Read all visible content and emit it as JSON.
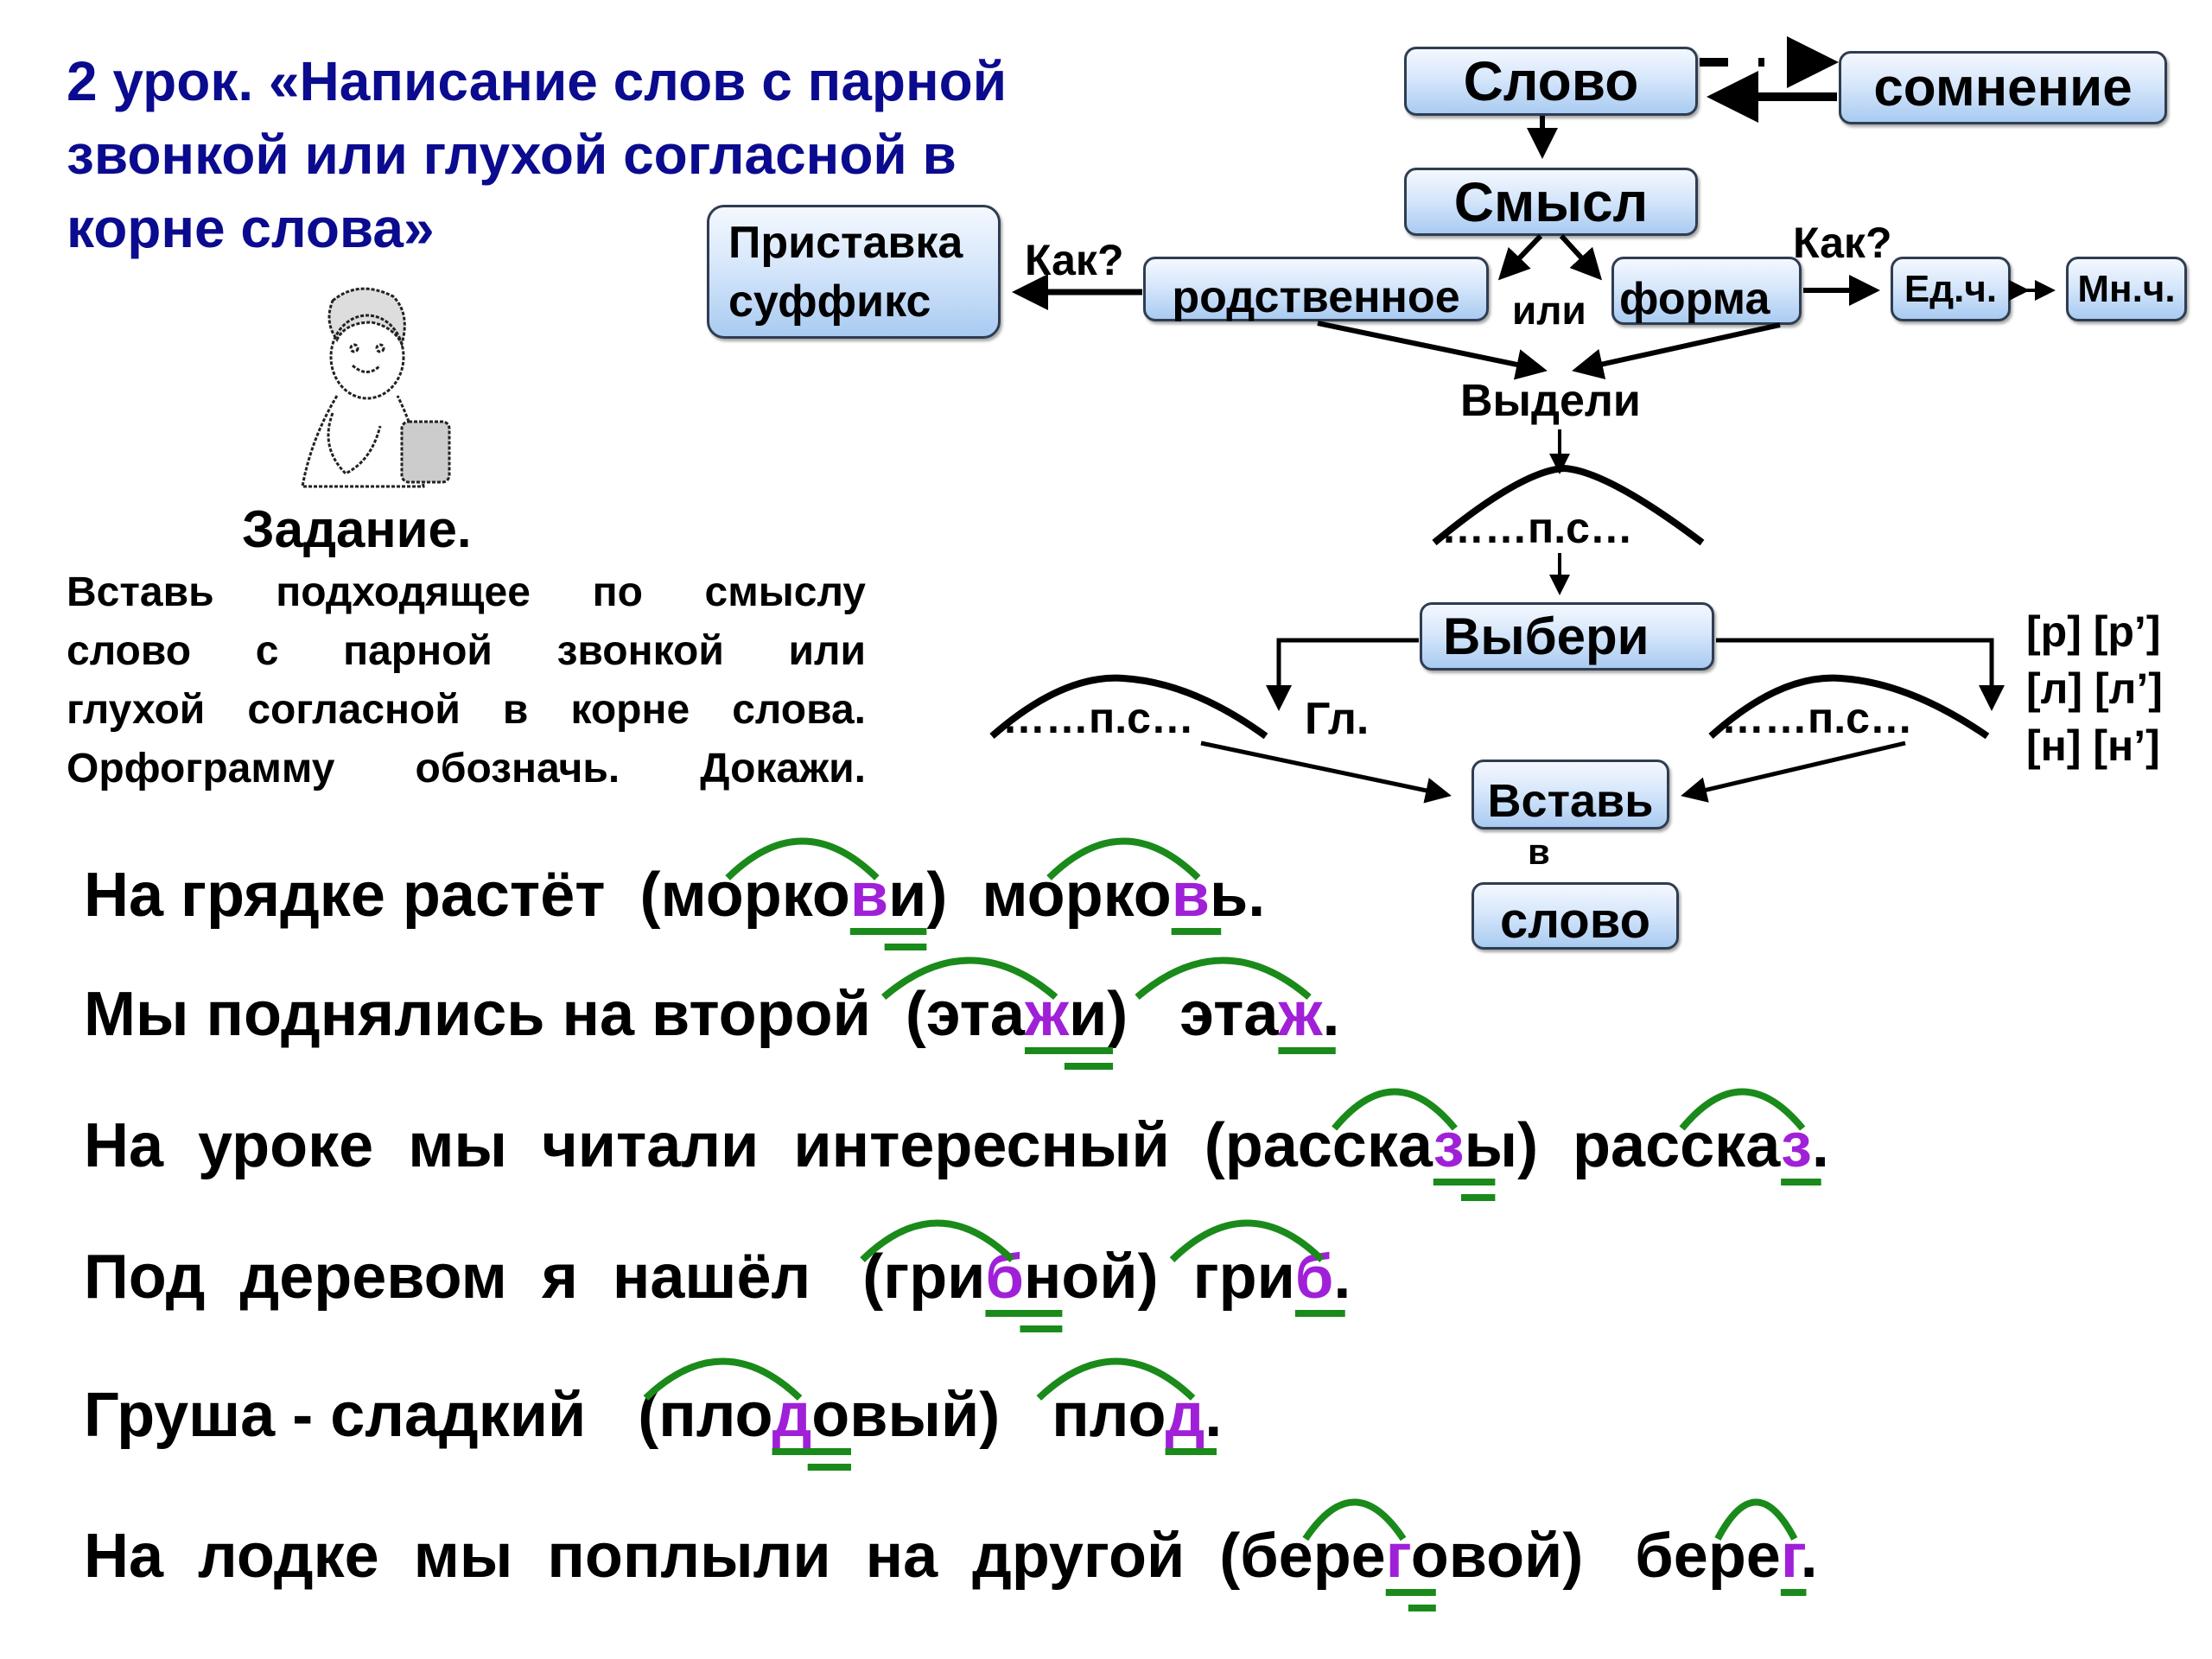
{
  "title": {
    "lines": [
      "2 урок. «Написание слов с парной",
      "звонкой  или  глухой  согласной в",
      "корне слова»"
    ],
    "color": "#0b0b8f"
  },
  "task": {
    "heading": "Задание.",
    "lines": [
      "Вставь  подходящее  по смыслу",
      "слово  с  парной  звонкой  или",
      "глухой согласной в корне слова.",
      "Орфограмму  обозначь. Докажи."
    ]
  },
  "diagram": {
    "boxes": {
      "slovo": "Слово",
      "somnenie": "сомнение",
      "smysl": "Смысл",
      "pristavka": [
        "Приставка",
        "суффикс"
      ],
      "rodstvennoe": "родственное",
      "forma": "форма",
      "ed": "Ед.ч.",
      "mn": "Мн.ч.",
      "vyberi": "Выбери",
      "vstav": "Вставь",
      "slovo2": "слово"
    },
    "labels": {
      "kak_left": "Как?",
      "kak_right": "Как?",
      "ili": "или",
      "vydeli": "Выдели",
      "ps_center": "……п.с…",
      "ps_left": "……п.с…",
      "ps_right": "……п.с…",
      "gl": "Гл.",
      "v": "в",
      "sounds": [
        "[р] [р’]",
        "[л] [л’]",
        "[н] [н’]"
      ]
    },
    "box_gradient": [
      "#f4f8fe",
      "#a9cbf1"
    ],
    "arc_color": "#000000"
  },
  "sentences": [
    {
      "before": "На грядке растёт  (морко",
      "hl1": "в",
      "mid": "и)  морко",
      "hl2": "в",
      "after": "ь."
    },
    {
      "before": "Мы поднялись на второй  (эта",
      "hl1": "ж",
      "mid": "и)   эта",
      "hl2": "ж",
      "after": "."
    },
    {
      "before": "На  уроке  мы  читали  интересный  (расска",
      "hl1": "з",
      "mid": "ы)  расска",
      "hl2": "з",
      "after": "."
    },
    {
      "before": "Под  деревом  я  нашёл   (гри",
      "hl1": "б",
      "mid": "ной)  гри",
      "hl2": "б",
      "after": "."
    },
    {
      "before": "Груша - сладкий   (пло",
      "hl1": "д",
      "mid": "овый)   пло",
      "hl2": "д",
      "after": "."
    },
    {
      "before": "На  лодке  мы  поплыли  на  другой  (бере",
      "hl1": "г",
      "mid": "овой)   бере",
      "hl2": "г",
      "after": "."
    }
  ],
  "colors": {
    "highlight": "#a020d8",
    "marks": "#1a8a1a",
    "title": "#0b0b8f"
  }
}
